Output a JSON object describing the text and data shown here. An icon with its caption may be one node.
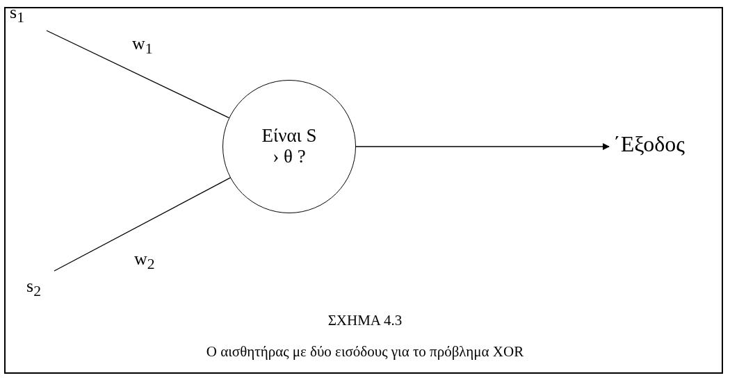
{
  "diagram": {
    "title": "ΣΧΗΜΑ 4.3",
    "caption": "Ο αισθητήρας με δύο εισόδους για το πρόβλημα XOR",
    "nodes": [
      {
        "text": [
          "s$_{1}$"
        ]
      },
      {
        "text": [
          "s$_{2}$"
        ]
      },
      {
        "text": [
          "Είναι S › θ ?"
        ]
      },
      {
        "text": [
          "΄Εξοδος"
        ]
      }
    ],
    "edges": [
      {
        "from": 0,
        "to": 2,
        "arrow": "none",
        "label": "w$_{1}$"
      },
      {
        "from": 1,
        "to": 2,
        "arrow": "none",
        "label": "w$_{2}$"
      },
      {
        "from": 2,
        "to": 3,
        "arrow": "to"
      }
    ]
  }
}
